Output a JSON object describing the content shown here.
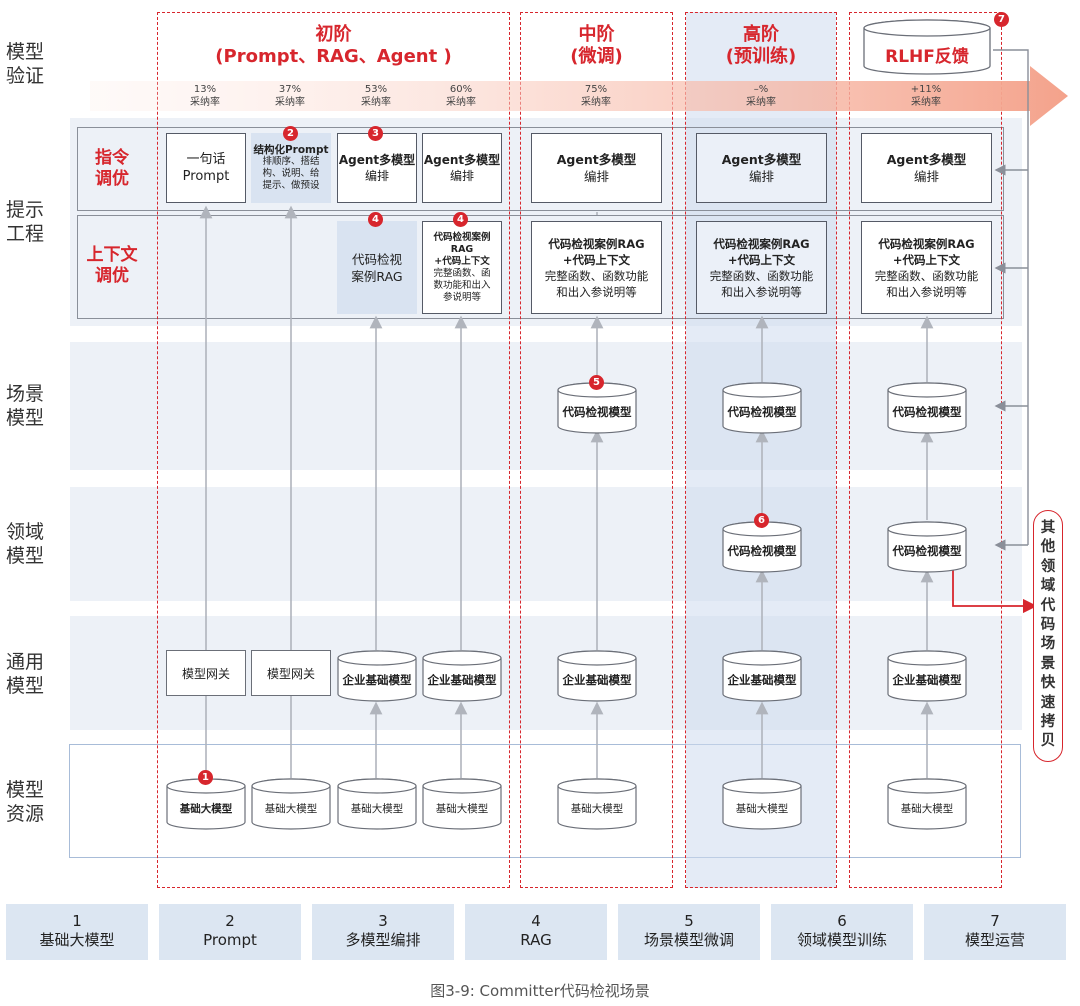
{
  "rows": {
    "verify": "模型\n验证",
    "prompt_eng": "提示\n工程",
    "scene": "场景\n模型",
    "domain": "领域\n模型",
    "general": "通用\n模型",
    "resource": "模型\n资源"
  },
  "sub_rows": {
    "instruction": "指令\n调优",
    "context": "上下文\n调优"
  },
  "phases": {
    "p1": {
      "title": "初阶",
      "subtitle": "(Prompt、RAG、Agent )"
    },
    "p2": {
      "title": "中阶",
      "subtitle": "(微调)"
    },
    "p3": {
      "title": "高阶",
      "subtitle": "(预训练)"
    },
    "p4": {
      "title": "RLHF反馈",
      "badge": "7"
    }
  },
  "adoption_label": "采纳率",
  "adoption": [
    "13%",
    "37%",
    "53%",
    "60%",
    "75%",
    "–%",
    "+11%"
  ],
  "instruction_boxes": {
    "c1": {
      "l1": "一句话",
      "l2": "Prompt"
    },
    "c2": {
      "badge": "2",
      "l1": "结构化Prompt",
      "l2": "排顺序、搭结",
      "l3": "构、说明、给",
      "l4": "提示、做预设"
    },
    "c3": {
      "badge": "3",
      "l1": "Agent多模型",
      "l2": "编排"
    },
    "c4": {
      "l1": "Agent多模型",
      "l2": "编排"
    },
    "c5": {
      "l1": "Agent多模型",
      "l2": "编排"
    },
    "c6": {
      "l1": "Agent多模型",
      "l2": "编排"
    },
    "c7": {
      "l1": "Agent多模型",
      "l2": "编排"
    }
  },
  "context_boxes": {
    "c3": {
      "badge": "4",
      "l1": "代码检视",
      "l2": "案例RAG"
    },
    "c4": {
      "badge": "4",
      "l1": "代码检视案例",
      "l2": "RAG",
      "l3": "+代码上下文",
      "l4": "完整函数、函",
      "l5": "数功能和出入",
      "l6": "参说明等"
    },
    "c5": {
      "l1": "代码检视案例RAG",
      "l2": "+代码上下文",
      "l3": "完整函数、函数功能",
      "l4": "和出入参说明等"
    },
    "c6": {
      "l1": "代码检视案例RAG",
      "l2": "+代码上下文",
      "l3": "完整函数、函数功能",
      "l4": "和出入参说明等"
    },
    "c7": {
      "l1": "代码检视案例RAG",
      "l2": "+代码上下文",
      "l3": "完整函数、函数功能",
      "l4": "和出入参说明等"
    }
  },
  "scene_models": {
    "label": "代码检视模型",
    "badge": "5"
  },
  "domain_models": {
    "label": "代码检视模型",
    "badge": "6"
  },
  "general_models": {
    "gateway": "模型网关",
    "enterprise": "企业基础模型"
  },
  "resource_models": {
    "label": "基础大模型",
    "badge": "1"
  },
  "side_note": [
    "其",
    "他",
    "领",
    "域",
    "代",
    "码",
    "场",
    "景",
    "快",
    "速",
    "拷",
    "贝"
  ],
  "steps": [
    {
      "num": "1",
      "name": "基础大模型"
    },
    {
      "num": "2",
      "name": "Prompt"
    },
    {
      "num": "3",
      "name": "多模型编排"
    },
    {
      "num": "4",
      "name": "RAG"
    },
    {
      "num": "5",
      "name": "场景模型微调"
    },
    {
      "num": "6",
      "name": "领域模型训练"
    },
    {
      "num": "7",
      "name": "模型运营"
    }
  ],
  "caption": "图3-9: Committer代码检视场景",
  "colors": {
    "accent": "#d7262d",
    "band": "#edf1f7",
    "highlight": "#d9e3f1",
    "arrow": "#f4a28b"
  }
}
